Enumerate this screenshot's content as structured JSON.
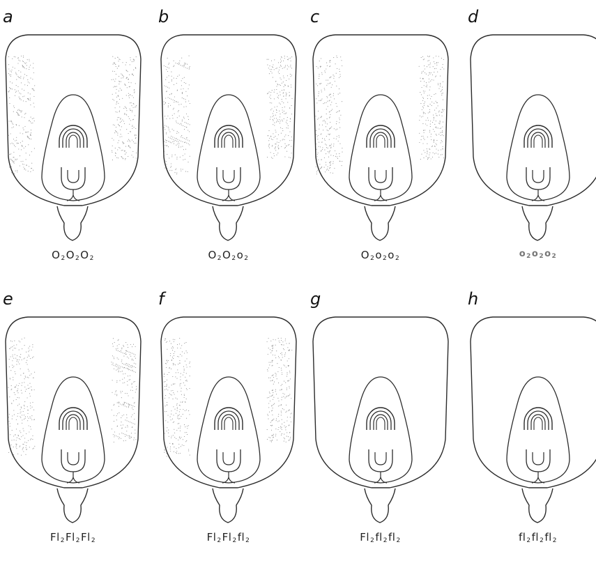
{
  "panels": [
    {
      "letter": "a",
      "genotype": [
        [
          "O",
          "2"
        ],
        [
          "O",
          "2"
        ],
        [
          "O",
          "2"
        ]
      ],
      "opaque": true,
      "faint": false
    },
    {
      "letter": "b",
      "genotype": [
        [
          "O",
          "2"
        ],
        [
          "O",
          "2"
        ],
        [
          "o",
          "2"
        ]
      ],
      "opaque": true,
      "faint": false
    },
    {
      "letter": "c",
      "genotype": [
        [
          "O",
          "2"
        ],
        [
          "o",
          "2"
        ],
        [
          "o",
          "2"
        ]
      ],
      "opaque": true,
      "faint": false
    },
    {
      "letter": "d",
      "genotype": [
        [
          "o",
          "2"
        ],
        [
          "o",
          "2"
        ],
        [
          "o",
          "2"
        ]
      ],
      "opaque": false,
      "faint": true
    },
    {
      "letter": "e",
      "genotype": [
        [
          "Fl",
          "2"
        ],
        [
          "Fl",
          "2"
        ],
        [
          "Fl",
          "2"
        ]
      ],
      "opaque": true,
      "faint": false
    },
    {
      "letter": "f",
      "genotype": [
        [
          "Fl",
          "2"
        ],
        [
          "Fl",
          "2"
        ],
        [
          "fl",
          "2"
        ]
      ],
      "opaque": true,
      "faint": false
    },
    {
      "letter": "g",
      "genotype": [
        [
          "Fl",
          "2"
        ],
        [
          "fl",
          "2"
        ],
        [
          "fl",
          "2"
        ]
      ],
      "opaque": false,
      "faint": false
    },
    {
      "letter": "h",
      "genotype": [
        [
          "fl",
          "2"
        ],
        [
          "fl",
          "2"
        ],
        [
          "fl",
          "2"
        ]
      ],
      "opaque": false,
      "faint": false
    }
  ],
  "colors": {
    "line": "#2b2b2b",
    "stipple": "#8a8a8a"
  }
}
